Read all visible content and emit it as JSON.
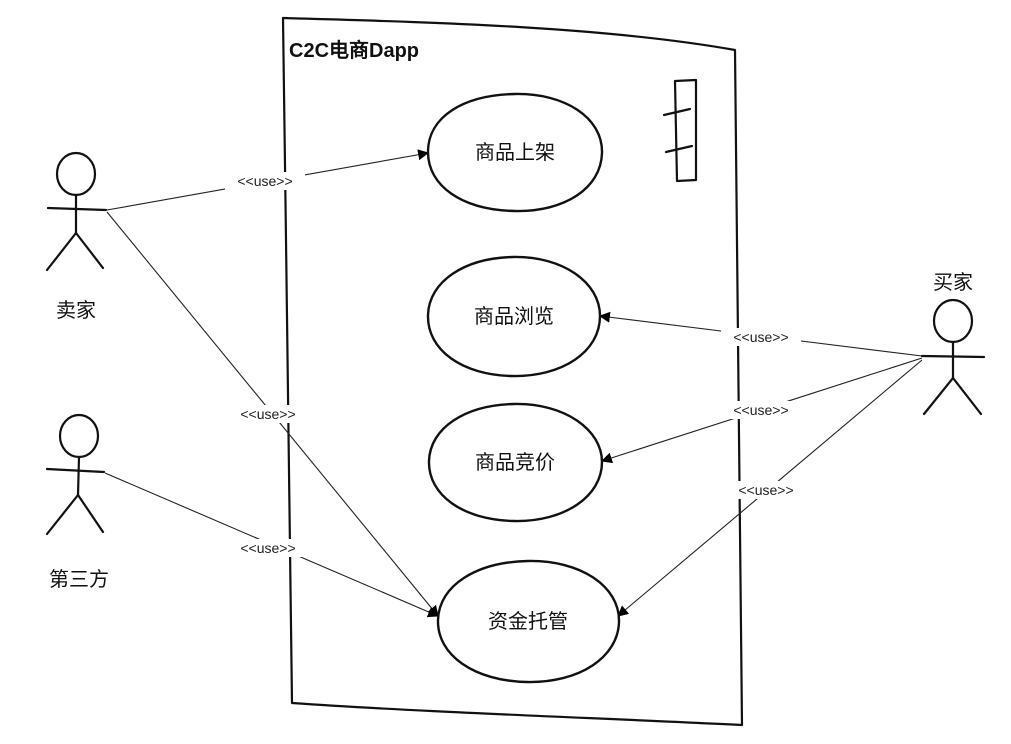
{
  "system": {
    "title": "C2C电商Dapp"
  },
  "actors": {
    "seller": {
      "label": "卖家"
    },
    "third_party": {
      "label": "第三方"
    },
    "buyer": {
      "label": "买家"
    }
  },
  "use_cases": {
    "list_product": "商品上架",
    "browse_products": "商品浏览",
    "bid_product": "商品竞价",
    "escrow": "资金托管"
  },
  "relations": {
    "seller_list": "<<use>>",
    "seller_escrow": "<<use>>",
    "third_escrow": "<<use>>",
    "buyer_browse": "<<use>>",
    "buyer_bid": "<<use>>",
    "buyer_escrow": "<<use>>"
  }
}
